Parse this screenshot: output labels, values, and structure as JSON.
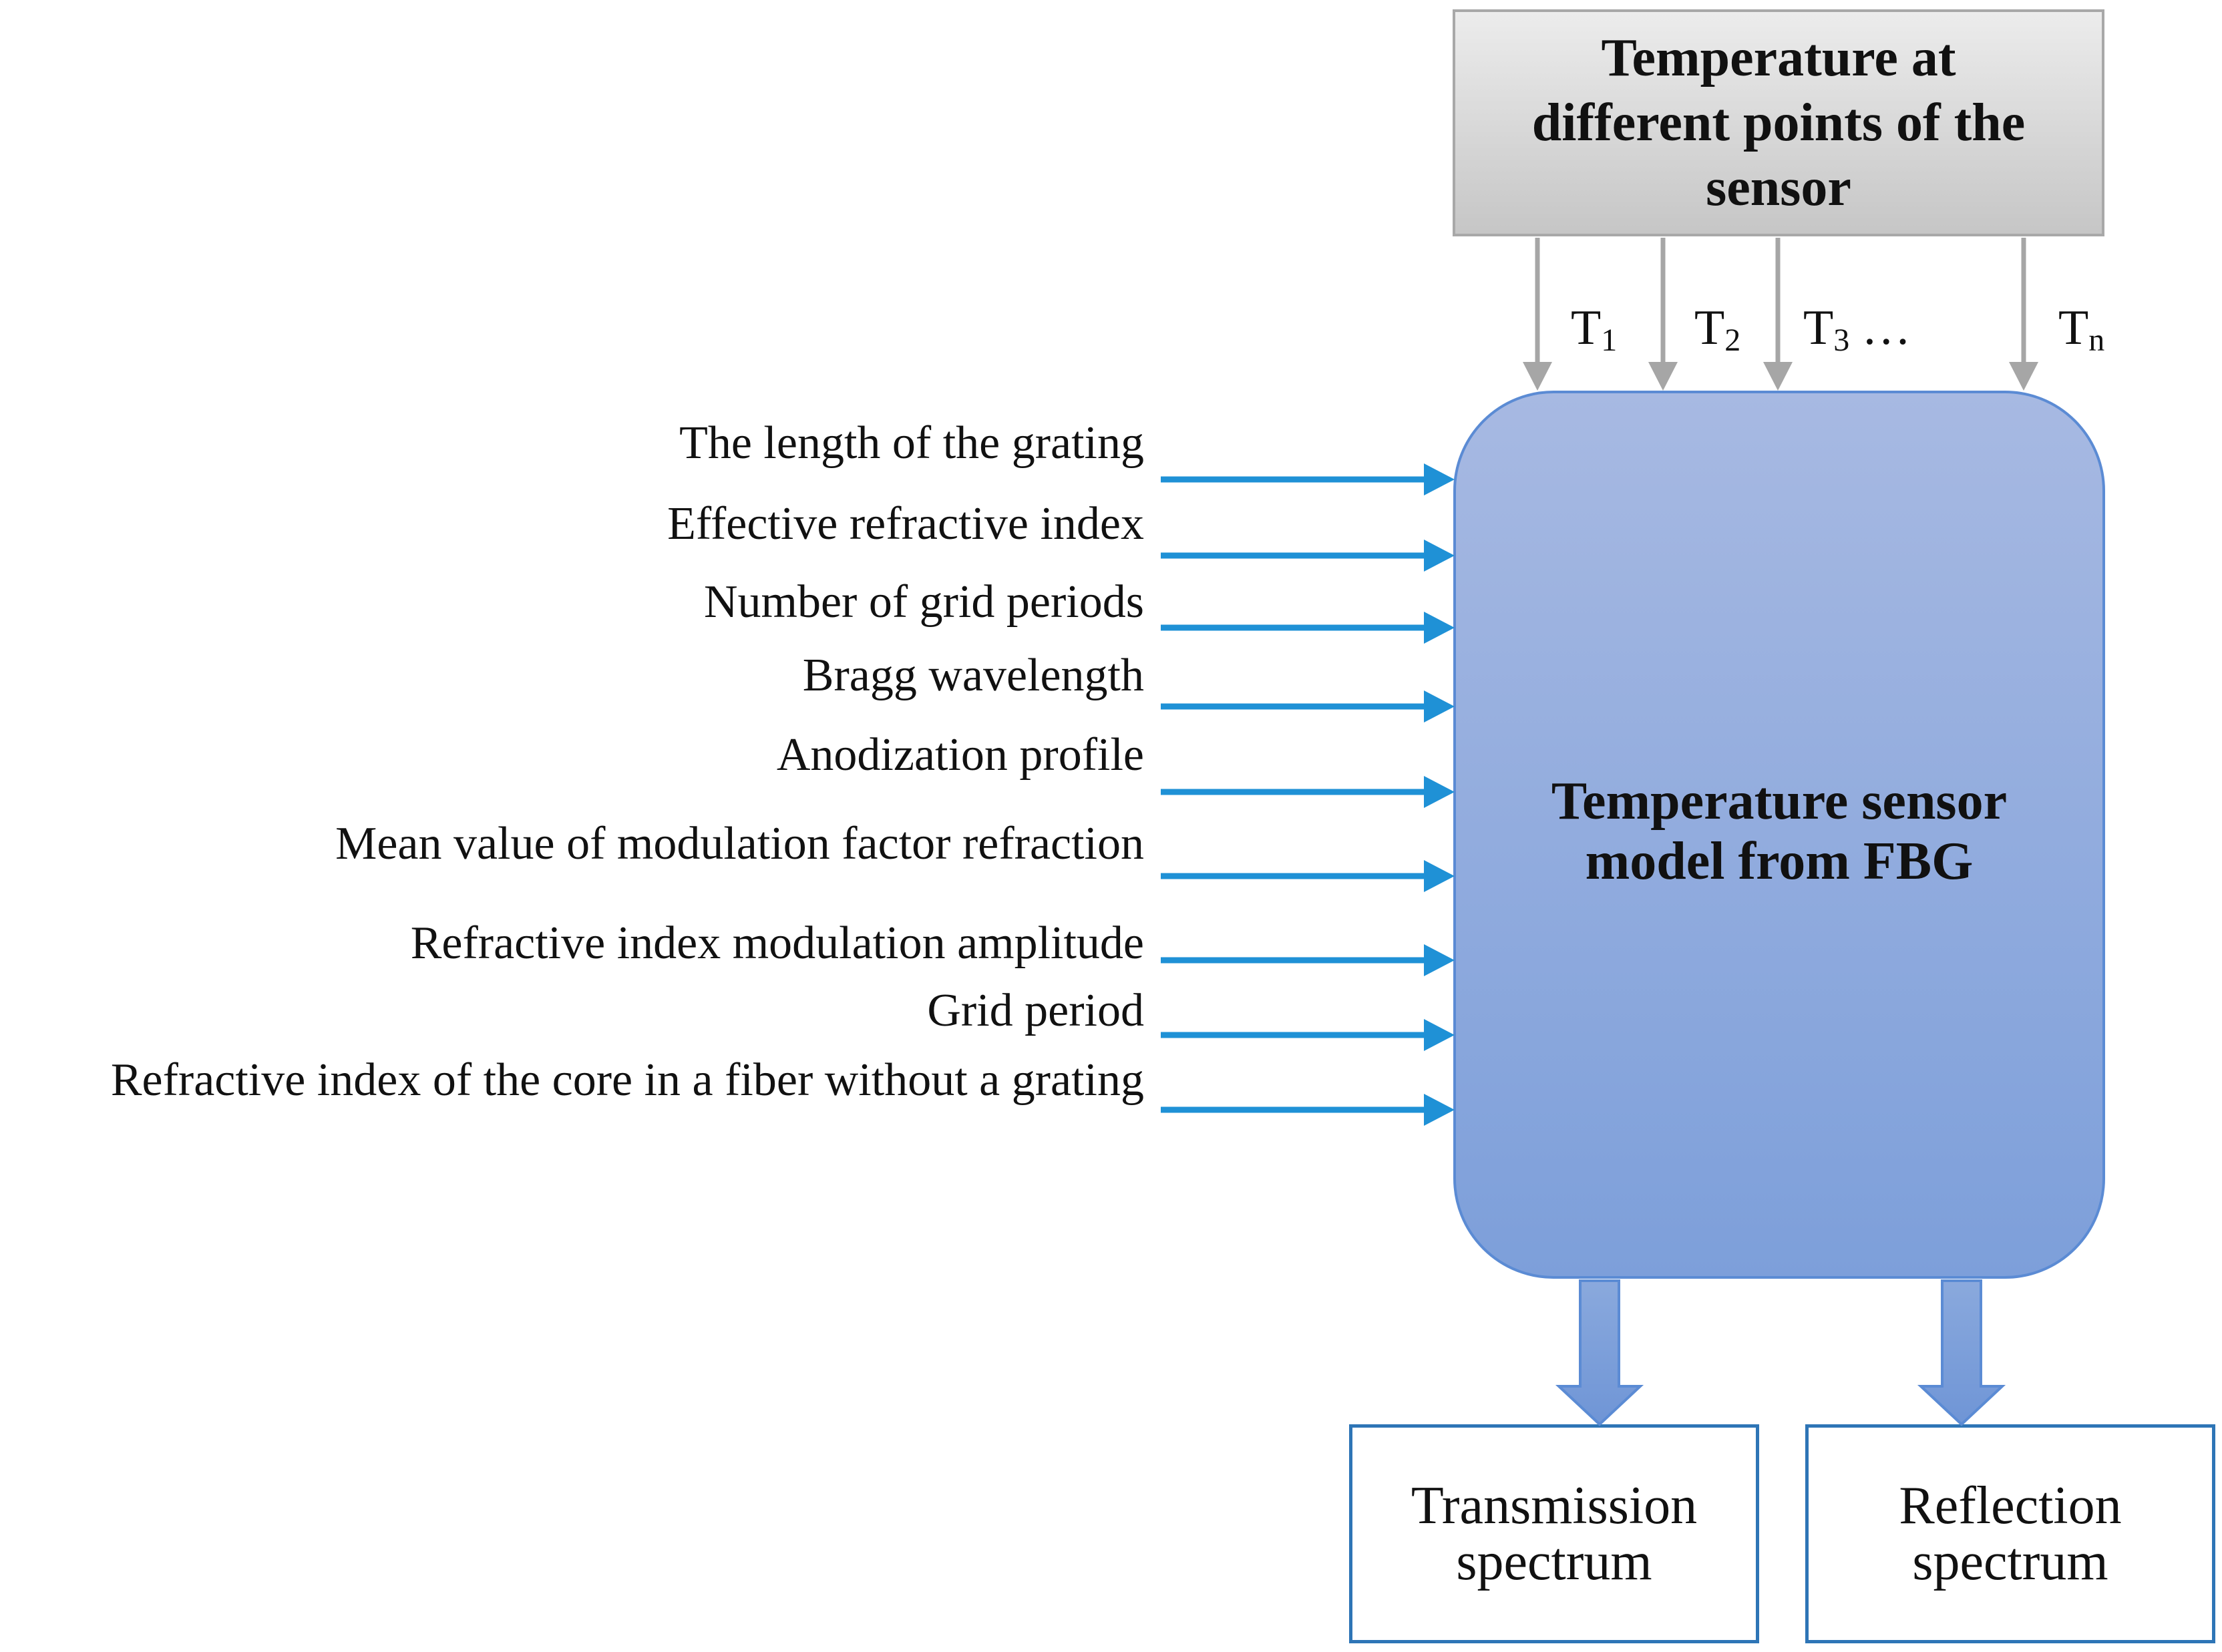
{
  "temperature_box": {
    "label": "Temperature at different points of the sensor"
  },
  "temperature_taps": [
    {
      "symbol": "T",
      "index": "1",
      "suffix": ""
    },
    {
      "symbol": "T",
      "index": "2",
      "suffix": ""
    },
    {
      "symbol": "T",
      "index": "3",
      "suffix": "…"
    },
    {
      "symbol": "T",
      "index": "n",
      "suffix": ""
    }
  ],
  "model_box": {
    "label": "Temperature sensor model from FBG"
  },
  "inputs": [
    "The length of the grating",
    "Effective refractive index",
    "Number of grid periods",
    "Bragg wavelength",
    "Anodization profile",
    "Mean value of modulation factor refraction",
    "Refractive index modulation amplitude",
    "Grid period",
    "Refractive index of the core in a fiber without a grating"
  ],
  "outputs": [
    {
      "label": "Transmission spectrum"
    },
    {
      "label": "Reflection spectrum"
    }
  ],
  "colors": {
    "input_arrow": "#1f91d6",
    "temperature_arrow": "#a6a6a6",
    "output_arrow": "#7a9ed9",
    "box_border": "#2e75b6"
  }
}
